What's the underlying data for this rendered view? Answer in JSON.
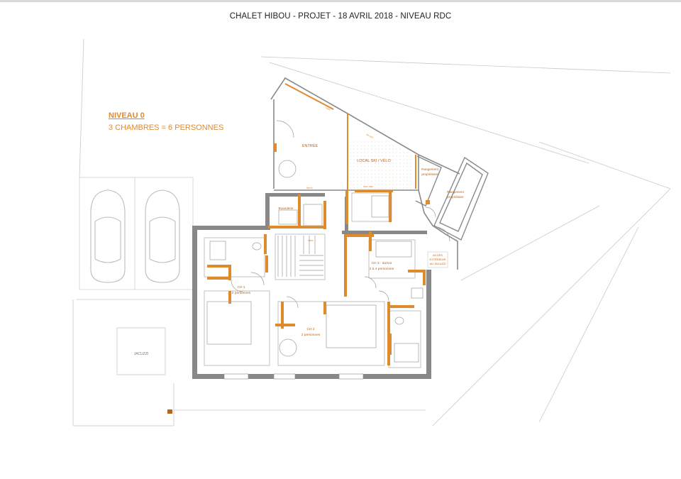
{
  "document": {
    "title": "CHALET HIBOU - PROJET - 18 AVRIL 2018 - NIVEAU RDC",
    "level_title": "NIVEAU 0",
    "level_subtitle": "3 CHAMBRES = 6 PERSONNES"
  },
  "colors": {
    "accent": "#e08a2e",
    "wall": "#888888",
    "line": "#c8c8c8"
  },
  "rooms": {
    "entree": "ENTRÉE",
    "local_ski": "LOCAL SKI / VÉLO",
    "rangement_1_line1": "Rangement",
    "rangement_1_line2": "propriétaire",
    "rangement_2_line1": "Rangement",
    "rangement_2_line2": "propriétaire",
    "buanderie": "Buanderie",
    "ch1_name": "CH 1",
    "ch1_capacity": "2 personnes",
    "ch2_name": "CH 2",
    "ch2_capacity": "2 personnes",
    "ch3_name": "CH 3 - dortoir",
    "ch3_capacity": "2 à 4 personnes",
    "acces_line1": "ACCÈS",
    "acces_line2": "EXTÉRIEUR",
    "acces_line3": "AU JACUZZI",
    "jacuzzi": "JACUZZI"
  }
}
